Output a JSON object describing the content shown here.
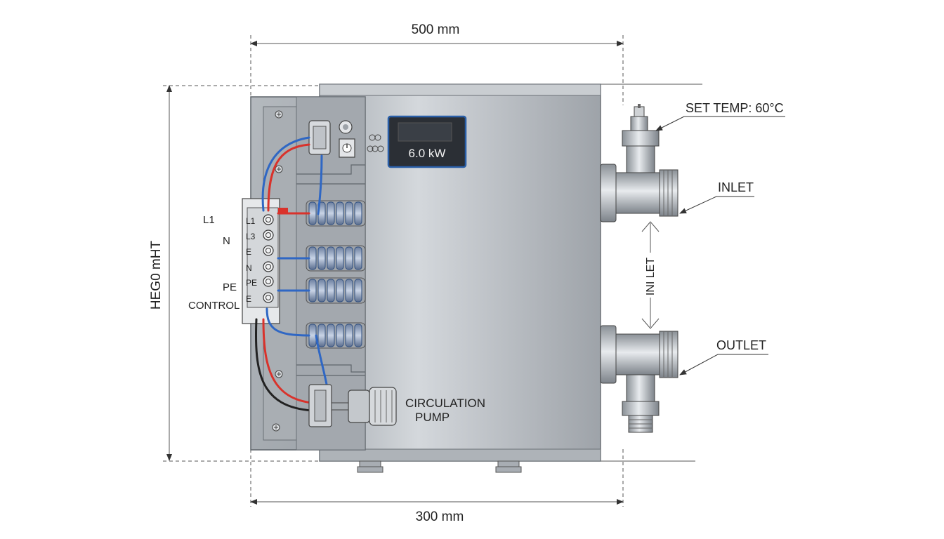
{
  "dimensions": {
    "top": "500 mm",
    "bottom": "300 mm",
    "height": "HEG0 mHT"
  },
  "display": {
    "power": "6.0 kW"
  },
  "terminals": {
    "outer_labels": [
      "L1",
      "N",
      "PE",
      "CONTROL"
    ],
    "inner_labels": [
      "L1",
      "L3",
      "E",
      "N",
      "PE",
      "E"
    ]
  },
  "callouts": {
    "set_temp": "SET TEMP: 60°C",
    "inlet": "INLET",
    "outlet": "OUTLET",
    "inlet_vertical": "INI LET",
    "pump_line1": "CIRCULATION",
    "pump_line2": "PUMP"
  },
  "colors": {
    "wire_red": "#d9322b",
    "wire_blue": "#2f67c4",
    "wire_black": "#222222",
    "housing": "#b9bec4",
    "display_border": "#2a5fa8"
  }
}
